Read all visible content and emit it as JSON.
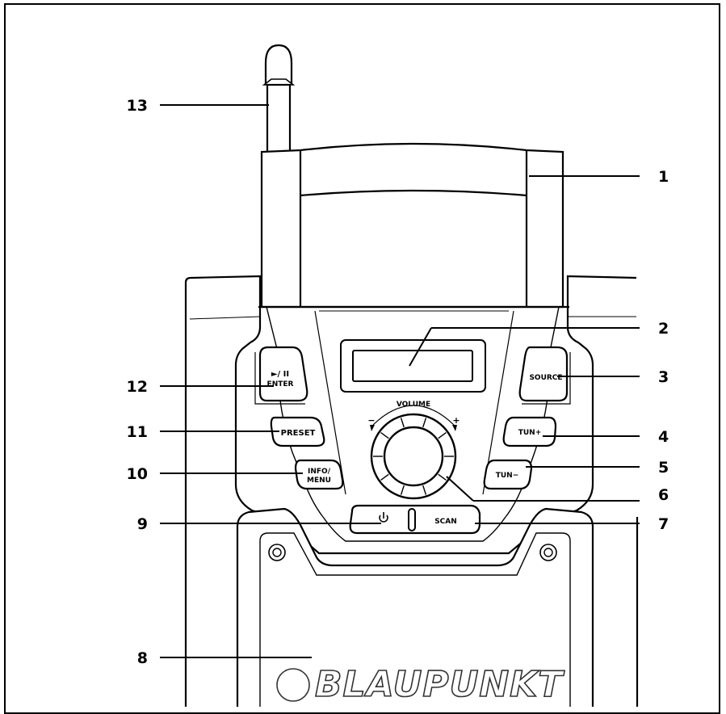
{
  "labels": {
    "volume": "VOLUME",
    "volume_minus": "−",
    "volume_plus": "+",
    "play_enter_line1": "►/ II",
    "play_enter_line2": "ENTER",
    "preset": "PRESET",
    "info_menu_line1": "INFO/",
    "info_menu_line2": "MENU",
    "source": "SOURCE",
    "tun_plus": "TUN+",
    "tun_minus": "TUN−",
    "scan": "SCAN",
    "brand": "BLAUPUNKT"
  },
  "callouts": [
    {
      "id": "1",
      "text": "1"
    },
    {
      "id": "2",
      "text": "2"
    },
    {
      "id": "3",
      "text": "3"
    },
    {
      "id": "4",
      "text": "4"
    },
    {
      "id": "5",
      "text": "5"
    },
    {
      "id": "6",
      "text": "6"
    },
    {
      "id": "7",
      "text": "7"
    },
    {
      "id": "8",
      "text": "8"
    },
    {
      "id": "9",
      "text": "9"
    },
    {
      "id": "10",
      "text": "10"
    },
    {
      "id": "11",
      "text": "11"
    },
    {
      "id": "12",
      "text": "12"
    },
    {
      "id": "13",
      "text": "13"
    }
  ],
  "icons": {
    "power": "power-icon",
    "screw": "screw-icon"
  }
}
